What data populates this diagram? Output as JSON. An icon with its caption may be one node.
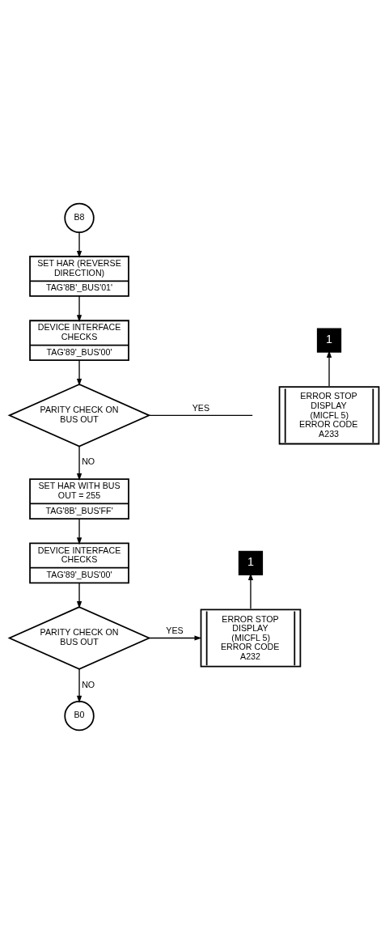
{
  "diagram": {
    "nodes": [
      {
        "text": [
          "B8"
        ]
      },
      {
        "text": [
          "SET HAR (REVERSE DIRECTION)",
          "TAG'8B'_BUS'01'"
        ]
      },
      {
        "text": [
          "DEVICE INTERFACE CHECKS",
          "TAG'89'_BUS'00'"
        ]
      },
      {
        "text": [
          "PARITY CHECK ON BUS OUT"
        ]
      },
      {
        "text": [
          "1"
        ]
      },
      {
        "text": [
          "ERROR STOP DISPLAY (MICFL 5) ERROR CODE A233"
        ]
      },
      {
        "text": [
          "SET HAR WITH BUS OUT = 255",
          "TAG'8B'_BUS'FF'"
        ]
      },
      {
        "text": [
          "DEVICE INTERFACE CHECKS",
          "TAG'89'_BUS'00'"
        ]
      },
      {
        "text": [
          "PARITY CHECK ON BUS OUT"
        ]
      },
      {
        "text": [
          "1"
        ]
      },
      {
        "text": [
          "ERROR STOP DISPLAY (MICFL 5) ERROR CODE A232"
        ]
      },
      {
        "text": [
          "B0"
        ]
      }
    ],
    "edges": [
      {
        "from": 0,
        "to": 1,
        "arrow": "to"
      },
      {
        "from": 1,
        "to": 2,
        "arrow": "to"
      },
      {
        "from": 2,
        "to": 3,
        "arrow": "to"
      },
      {
        "from": 3,
        "to": null,
        "arrow": "none",
        "label": "YES"
      },
      {
        "from": 3,
        "to": 6,
        "arrow": "to",
        "label": "NO"
      },
      {
        "from": 5,
        "to": 4,
        "arrow": "to"
      },
      {
        "from": 6,
        "to": 7,
        "arrow": "to"
      },
      {
        "from": 7,
        "to": 8,
        "arrow": "to"
      },
      {
        "from": 8,
        "to": 10,
        "arrow": "to",
        "label": "YES"
      },
      {
        "from": 8,
        "to": 11,
        "arrow": "to",
        "label": "NO"
      },
      {
        "from": 10,
        "to": 9,
        "arrow": "to"
      }
    ]
  }
}
